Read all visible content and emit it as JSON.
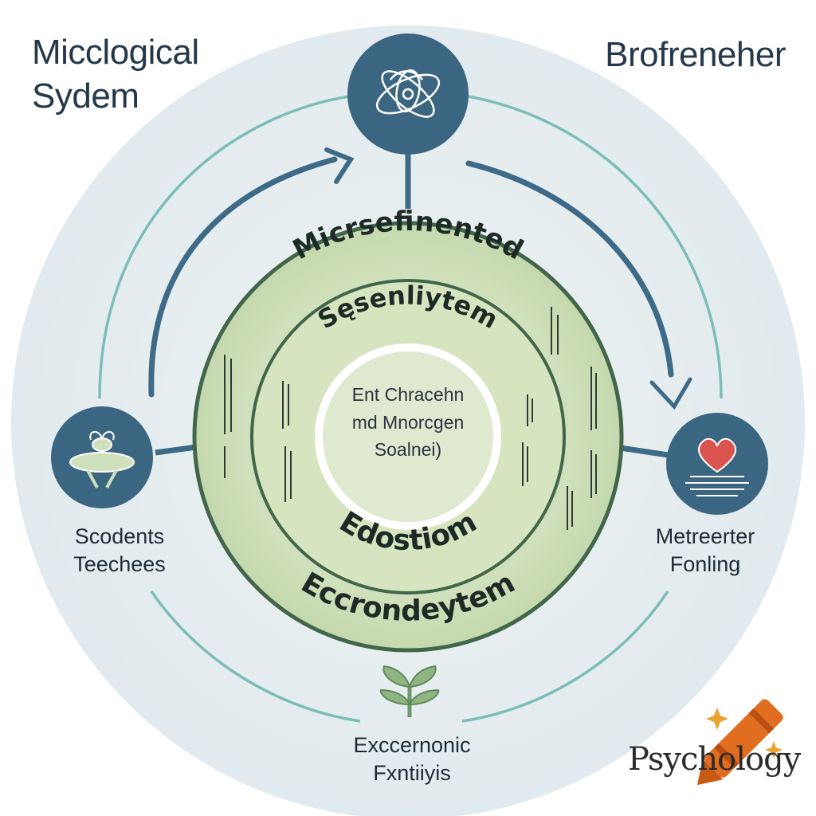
{
  "corner_top_left": [
    "Micclogical",
    "Sydem"
  ],
  "corner_top_right": "Brofreneher",
  "rings": {
    "outer_top": "Micrsefinented",
    "outer_bottom": "Eccrondeytem",
    "middle_top": "Sęsenliytem",
    "middle_bottom": "Edostiom",
    "center": [
      "Ent Chracehn",
      "md Mnorcgen",
      "Soalnei)"
    ]
  },
  "nodes": {
    "left": [
      "Scodents",
      "Teechees"
    ],
    "right": [
      "Metreerter",
      "Fonling"
    ],
    "bottom": [
      "Exccernonic",
      "Fxntiiyis"
    ]
  },
  "brand": "Psychology",
  "colors": {
    "background": "#e4ecef",
    "node_fill": "#3b6681",
    "ring_fill": "#cfdeb9",
    "ring_stroke": "#41664a",
    "arrow": "#3d6a86",
    "orbit": "#7bbdb7",
    "heart": "#d9534f",
    "crayon": "#e06d20"
  },
  "icons": {
    "top": "abstract-flower-icon",
    "left": "lily-pad-icon",
    "right": "heart-icon",
    "bottom": "sprout-icon",
    "brand": "crayon-icon"
  }
}
